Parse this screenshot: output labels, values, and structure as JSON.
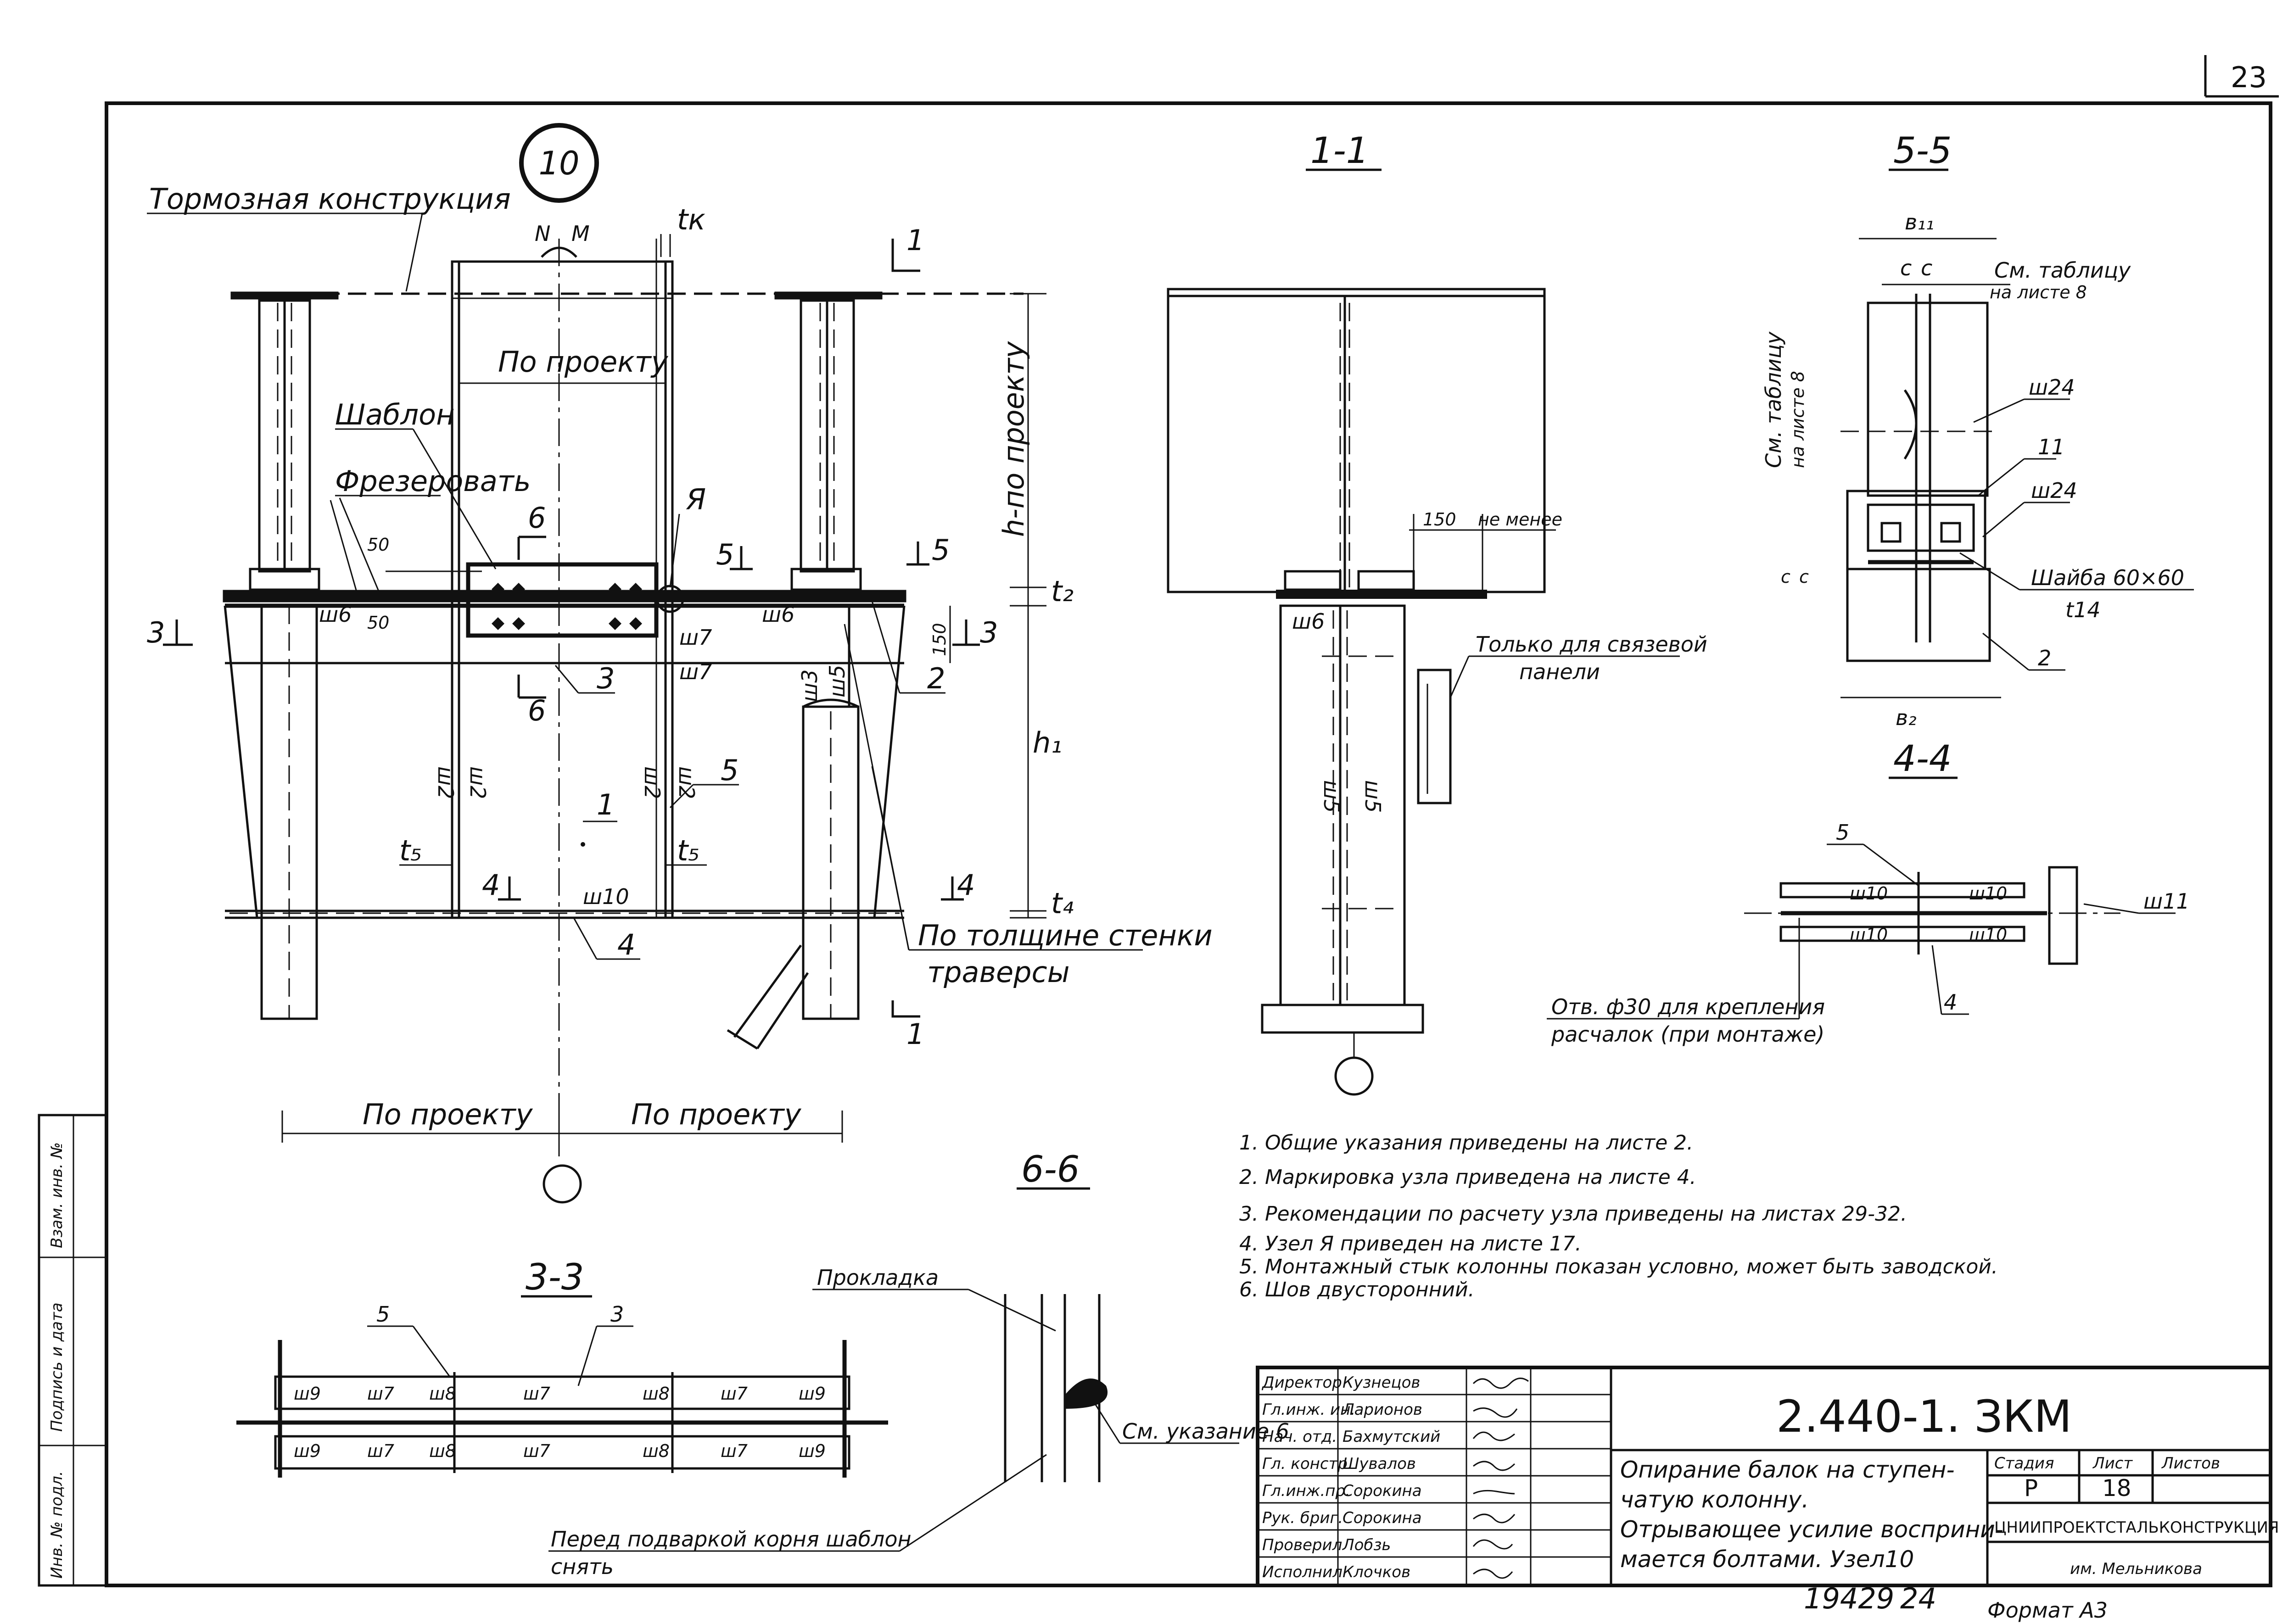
{
  "page_number": "23",
  "node_mark": "10",
  "sections": {
    "s11": "1-1",
    "s55": "5-5",
    "s44": "4-4",
    "s33": "3-3",
    "s66": "6-6"
  },
  "main_view": {
    "brake_structure": "Тормозная конструкция",
    "force_N": "N",
    "force_M": "M",
    "tk": "tк",
    "per_project_top": "По проекту",
    "h_per_project": "h-по проекту",
    "template": "Шаблон",
    "mill": "Фрезеровать",
    "dim_50a": "50",
    "dim_50b": "50",
    "dim_150": "150",
    "node_A": "Я",
    "t2": "t₂",
    "t4": "t₄",
    "t5_left": "t₅",
    "t5_right": "t₅",
    "h1": "h₁",
    "weld_w6_left": "ш6",
    "weld_w6_right": "ш6",
    "weld_w7_a": "ш7",
    "weld_w7_b": "ш7",
    "weld_w3": "ш3",
    "weld_w5": "ш5",
    "weld_w2_a": "ш2",
    "weld_w2_b": "ш2",
    "weld_w2_c": "ш2",
    "weld_w2_d": "ш2",
    "weld_w10": "ш10",
    "pos_1": "1",
    "pos_2": "2",
    "pos_3": "3",
    "pos_4": "4",
    "pos_5": "5",
    "cut_1_top": "1",
    "cut_1_bot": "1",
    "cut_3_left": "3",
    "cut_3_right": "3",
    "cut_4_left": "4",
    "cut_4_right": "4",
    "cut_5_left": "5",
    "cut_5_right": "5",
    "cut_6_top": "6",
    "cut_6_bot": "6",
    "by_wall": "По толщине стенки",
    "traverse": "траверсы",
    "per_project_left": "По проекту",
    "per_project_right": "По проекту"
  },
  "section_11": {
    "dim_150": "150",
    "not_less": "не менее",
    "weld_w6": "ш6",
    "weld_w5_a": "ш5",
    "weld_w5_b": "ш5",
    "only_bracing_1": "Только для связевой",
    "only_bracing_2": "панели"
  },
  "section_55": {
    "b11": "в₁₁",
    "c1": "с",
    "c2": "с",
    "see_table_1": "См. таблицу",
    "see_table_2": "на листе 8",
    "see_table_v1": "См. таблицу",
    "see_table_v2": "на листе 8",
    "c3": "с",
    "c4": "с",
    "w24_a": "ш24",
    "pos_11": "11",
    "w24_b": "ш24",
    "washer": "Шайба 60×60",
    "t14": "t14",
    "pos_2": "2",
    "b2": "в₂"
  },
  "section_44": {
    "pos_5": "5",
    "w10_a": "ш10",
    "w10_b": "ш10",
    "w10_c": "ш10",
    "w10_d": "ш10",
    "w11": "ш11",
    "pos_4": "4",
    "hole_1": "Отв. ф30 для крепления",
    "hole_2": "расчалок (при монтаже)"
  },
  "section_33": {
    "pos_5": "5",
    "pos_3": "3",
    "w9": "ш9",
    "w7": "ш7",
    "w8": "ш8"
  },
  "section_66": {
    "pad": "Прокладка",
    "see_note": "См. указание 6",
    "remove_1": "Перед подваркой корня шаблон",
    "remove_2": "снять"
  },
  "notes": [
    "1. Общие указания приведены на листе 2.",
    "2. Маркировка узла приведена на листе 4.",
    "3. Рекомендации по расчету узла приведены на листах 29-32.",
    "4. Узел Я приведен на листе 17.",
    "5. Монтажный стык колонны показан условно, может быть заводской.",
    "6. Шов двусторонний."
  ],
  "side_stamp": {
    "inv_orig": "Инв. № подл.",
    "sign_date": "Подпись и дата",
    "repl_inv": "Взам. инв. №"
  },
  "title_block": {
    "code": "2.440-1. ЗКМ",
    "title_1": "Опирание балок на ступен-",
    "title_2": "чатую колонну.",
    "title_3": "Отрывающее усилие восприни-",
    "title_4": "мается болтами. Узел10",
    "stage_label": "Стадия",
    "sheet_label": "Лист",
    "sheets_label": "Листов",
    "stage": "Р",
    "sheet": "18",
    "sheets": "",
    "org_1": "ЦНИИПРОЕКТСТАЛЬКОНСТРУКЦИЯ",
    "org_2": "им. Мельникова",
    "signers": [
      {
        "role": "Директор",
        "name": "Кузнецов"
      },
      {
        "role": "Гл.инж. ин.",
        "name": "Ларионов"
      },
      {
        "role": "Нач. отд.",
        "name": "Бахмутский"
      },
      {
        "role": "Гл. констр.",
        "name": "Шувалов"
      },
      {
        "role": "Гл.инж.пр.",
        "name": "Сорокина"
      },
      {
        "role": "Рук. бриг.",
        "name": "Сорокина"
      },
      {
        "role": "Проверил",
        "name": "Лобзь"
      },
      {
        "role": "Исполнил",
        "name": "Клочков"
      }
    ]
  },
  "footer": {
    "order": "19429",
    "order2": "24",
    "format": "Формат А3"
  }
}
